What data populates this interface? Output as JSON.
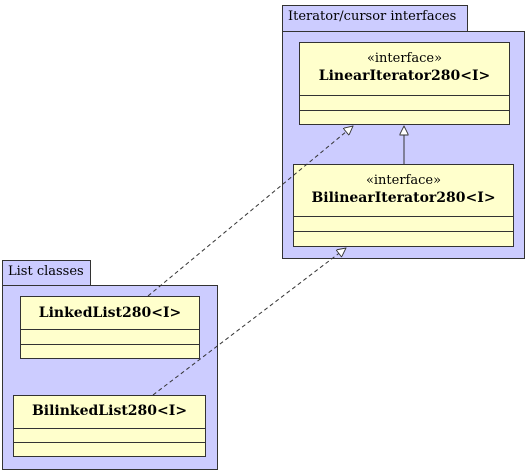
{
  "packages": {
    "iterator": {
      "label": "Iterator/cursor interfaces"
    },
    "list": {
      "label": "List classes"
    }
  },
  "classes": {
    "linear_iterator": {
      "stereotype": "«interface»",
      "name": "LinearIterator280<I>"
    },
    "bilinear_iterator": {
      "stereotype": "«interface»",
      "name": "BilinearIterator280<I>"
    },
    "linked_list": {
      "name": "LinkedList280<I>"
    },
    "bilinked_list": {
      "name": "BilinkedList280<I>"
    }
  },
  "relations": [
    {
      "type": "generalization",
      "from": "bilinear_iterator",
      "to": "linear_iterator"
    },
    {
      "type": "realization",
      "from": "linked_list",
      "to": "linear_iterator"
    },
    {
      "type": "realization",
      "from": "bilinked_list",
      "to": "bilinear_iterator"
    }
  ],
  "colors": {
    "package_fill": "#ccccff",
    "class_fill": "#ffffcc",
    "line": "#333333"
  }
}
